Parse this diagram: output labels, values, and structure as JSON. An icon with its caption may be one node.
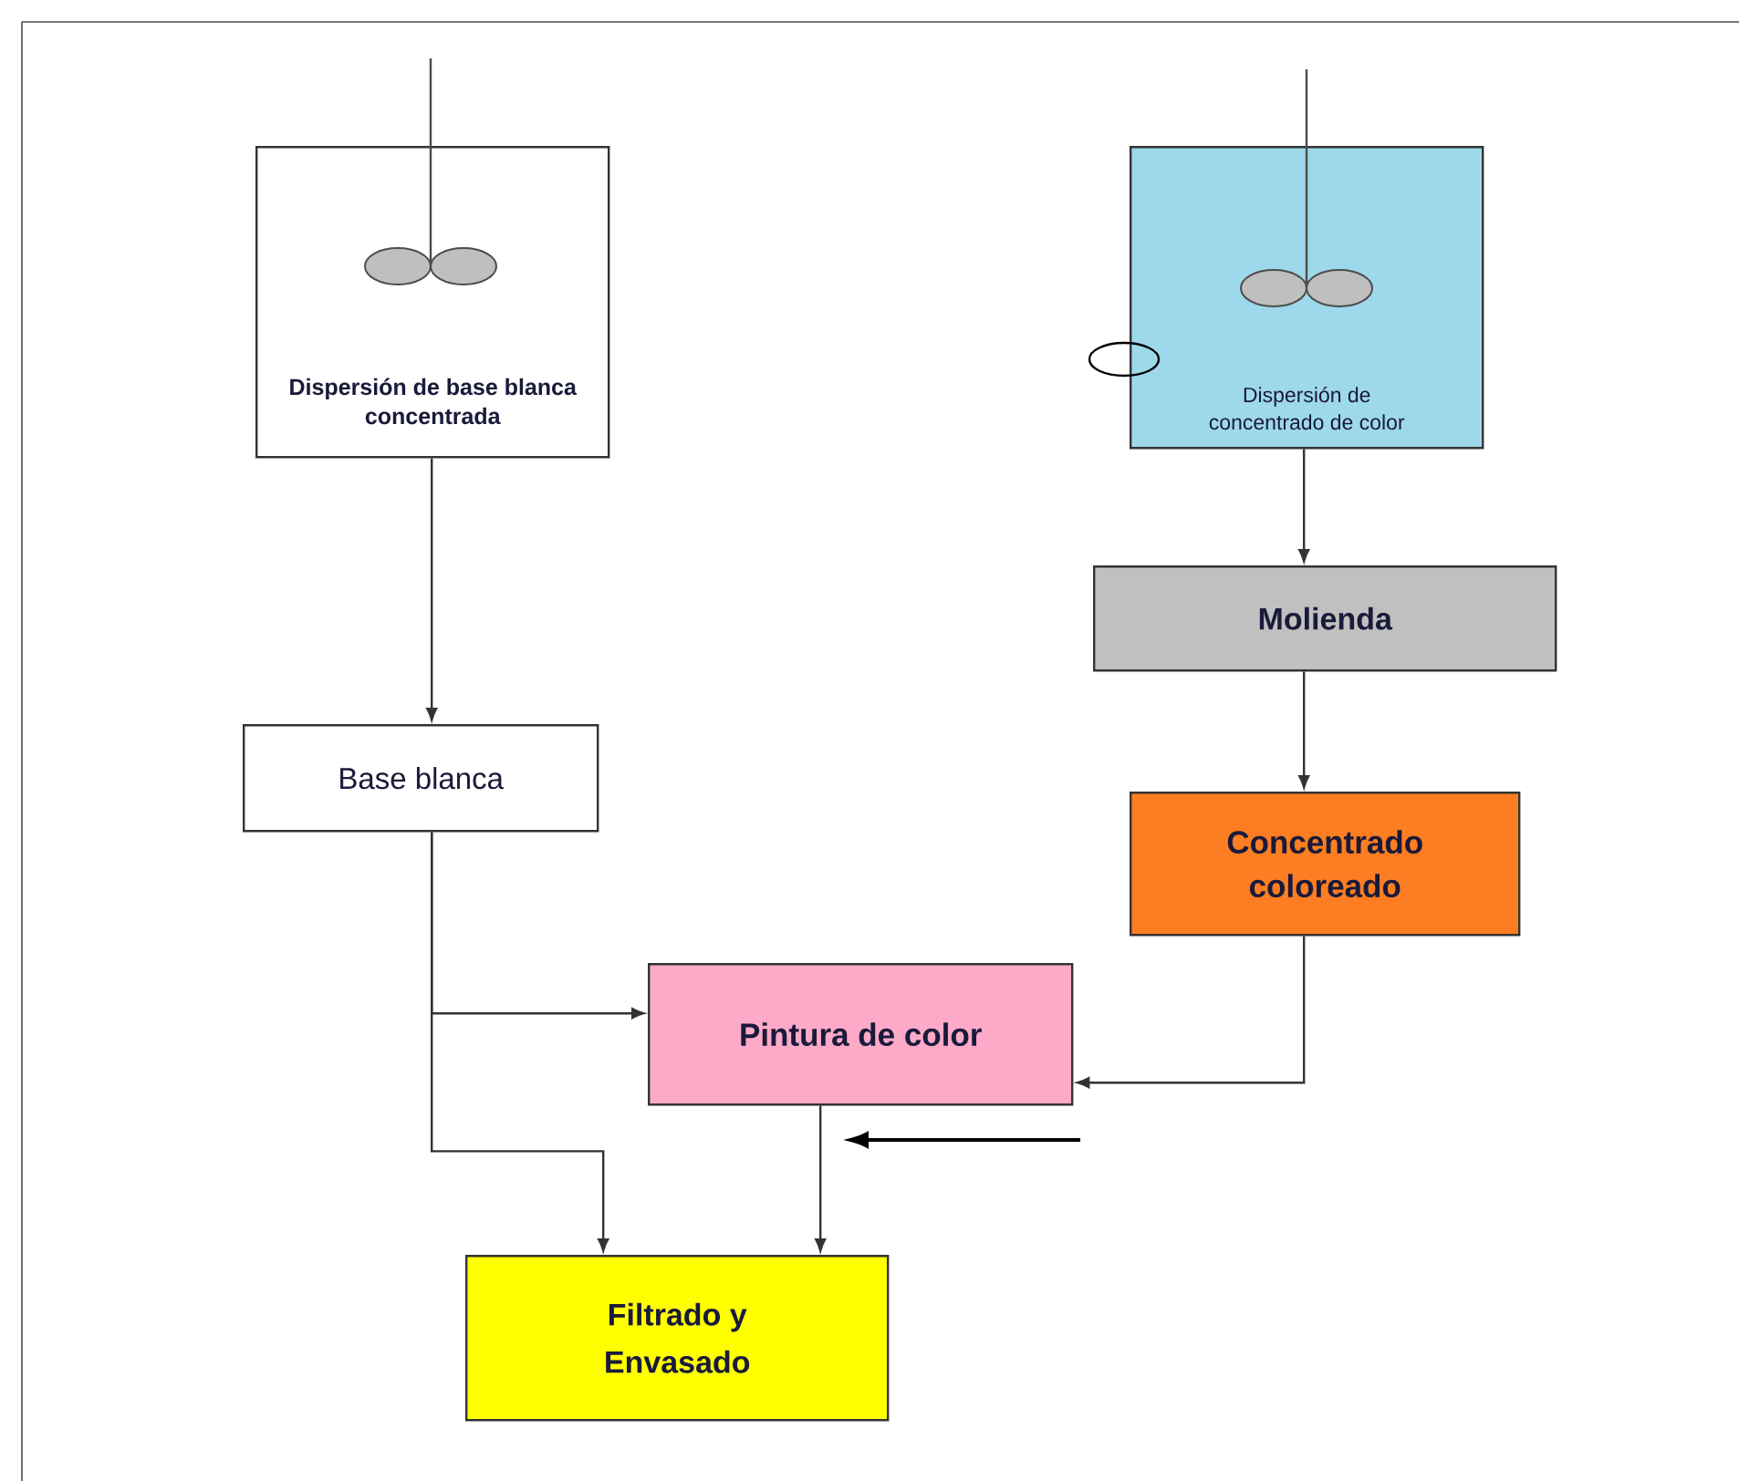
{
  "diagram": {
    "nodes": [
      {
        "text": [
          "Dispersión de base blanca concentrada"
        ]
      },
      {
        "text": [
          "Dispersión de concentrado de color"
        ]
      },
      {
        "text": [
          "Molienda"
        ]
      },
      {
        "text": [
          "Base blanca"
        ]
      },
      {
        "text": [
          "Concentrado coloreado"
        ]
      },
      {
        "text": [
          "Pintura de color"
        ]
      },
      {
        "text": [
          "Filtrado y Envasado"
        ]
      }
    ],
    "edges": [
      {
        "from": 0,
        "to": 3,
        "arrow": "to"
      },
      {
        "from": 1,
        "to": 2,
        "arrow": "to"
      },
      {
        "from": 2,
        "to": 4,
        "arrow": "to"
      },
      {
        "from": 3,
        "to": 5,
        "arrow": "to"
      },
      {
        "from": 3,
        "to": 6,
        "arrow": "to"
      },
      {
        "from": 4,
        "to": 5,
        "arrow": "to"
      },
      {
        "from": 5,
        "to": 6,
        "arrow": "to"
      }
    ]
  }
}
